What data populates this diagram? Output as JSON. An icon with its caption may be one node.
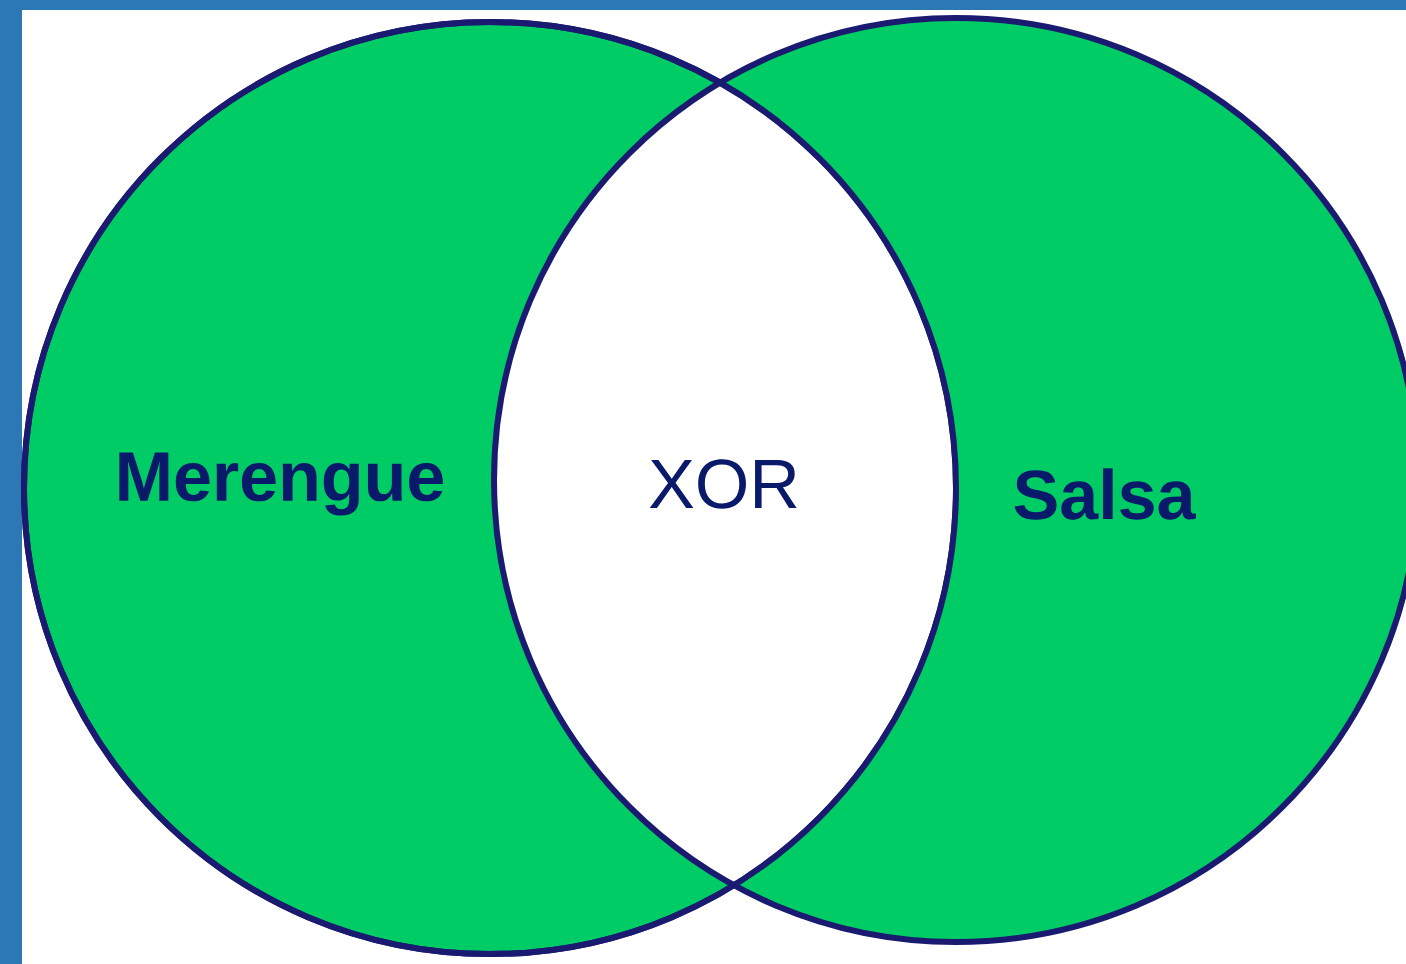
{
  "diagram": {
    "nodes": [
      {
        "text": [
          "Merengue"
        ]
      },
      {
        "text": [
          "XOR"
        ]
      },
      {
        "text": [
          "Salsa"
        ]
      }
    ]
  }
}
